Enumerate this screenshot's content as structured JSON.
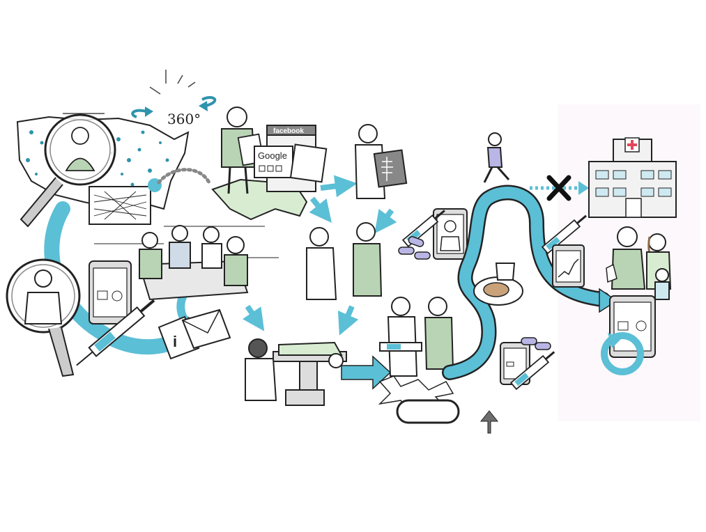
{
  "labels": {
    "rotation": "360°",
    "facebook": "facebook",
    "google": "Google"
  },
  "colors": {
    "accent": "#5bbfd6",
    "accent_dark": "#2f93ad",
    "ink": "#222222",
    "land": "#d8ecd2",
    "shirt": "#b9d4b4",
    "cross": "#e0475b",
    "arrow_grey": "#6d6d6d",
    "food": "#c9a27a"
  },
  "icons": [
    "usa-map-icon",
    "magnifier-icon",
    "rotation-arrow-icon",
    "document-icon",
    "tablet-calendar-icon",
    "syringe-icon",
    "info-envelope-icon",
    "xray-icon",
    "operating-table-icon",
    "pill-icon",
    "runner-icon",
    "blocked-x-icon",
    "hospital-icon",
    "family-icon",
    "refresh-cycle-icon",
    "up-arrow-icon"
  ]
}
